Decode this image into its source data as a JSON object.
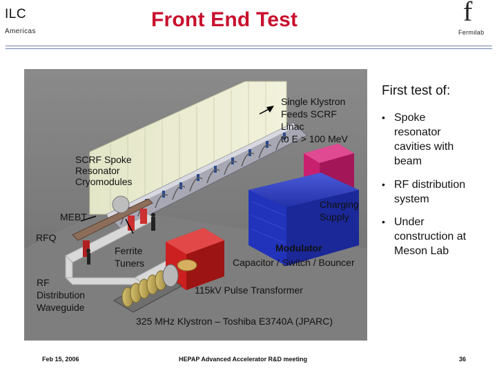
{
  "header": {
    "logo": "ILC",
    "logo_sub": "Americas",
    "title": "Front End Test",
    "lab_glyph": "f",
    "lab_name": "Fermilab"
  },
  "figure": {
    "labels": {
      "klystron_feed": [
        "Single Klystron",
        "Feeds SCRF",
        "Linac",
        "to E > 100 MeV"
      ],
      "scrf": [
        "SCRF Spoke",
        "Resonator",
        "Cryomodules"
      ],
      "mebt": "MEBT",
      "rfq": "RFQ",
      "ferrite": [
        "Ferrite",
        "Tuners"
      ],
      "charging": [
        "Charging",
        "Supply"
      ],
      "modulator": "Modulator",
      "modulator_sub": "Capacitor / Switch / Bouncer",
      "rf_dist": [
        "RF",
        "Distribution",
        "Waveguide"
      ],
      "pulse_transformer": "115kV Pulse Transformer",
      "klystron": "325 MHz Klystron – Toshiba E3740A  (JPARC)"
    },
    "colors": {
      "backdrop": "#7b7b7b",
      "charging_supply": "#c8206e",
      "modulator": "#2233bb",
      "transformer": "#cc2020"
    }
  },
  "sidebar": {
    "heading": "First test of:",
    "bullets": [
      {
        "lines": [
          "Spoke",
          "resonator",
          "cavities with",
          "beam"
        ]
      },
      {
        "lines": [
          "RF distribution",
          "system"
        ]
      },
      {
        "lines": [
          "Under",
          "construction at",
          "Meson Lab"
        ]
      }
    ]
  },
  "footer": {
    "date": "Feb 15, 2006",
    "meeting": "HEPAP Advanced Accelerator R&D meeting",
    "page": "36"
  }
}
